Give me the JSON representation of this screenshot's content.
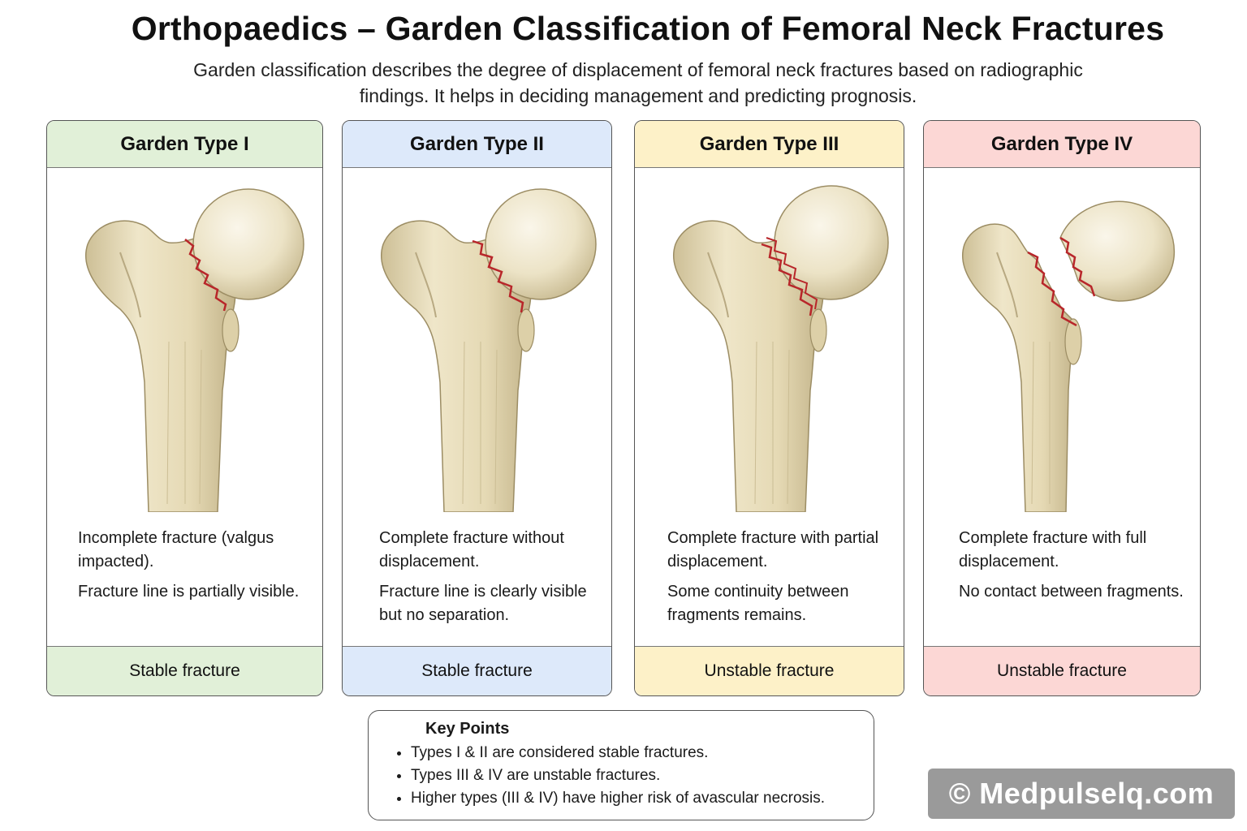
{
  "header": {
    "title": "Orthopaedics – Garden Classification of Femoral Neck Fractures",
    "subtitle": "Garden classification describes the degree of displacement of femoral neck fractures based on radiographic findings. It helps in deciding management and predicting prognosis."
  },
  "colors": {
    "type1": "#e1f0d8",
    "type2": "#dde9fa",
    "type3": "#fdf1c8",
    "type4": "#fcd7d5",
    "fracture_line": "#b8262a",
    "bone": "#e7dcba"
  },
  "cards": [
    {
      "name": "Garden Type I",
      "desc1": "Incomplete fracture (valgus impacted).",
      "desc2": "Fracture line is partially visible.",
      "stability": "Stable fracture"
    },
    {
      "name": "Garden Type II",
      "desc1": "Complete fracture without displacement.",
      "desc2": "Fracture line is clearly visible but no separation.",
      "stability": "Stable fracture"
    },
    {
      "name": "Garden Type III",
      "desc1": "Complete fracture with partial displacement.",
      "desc2": "Some continuity between fragments remains.",
      "stability": "Unstable fracture"
    },
    {
      "name": "Garden Type IV",
      "desc1": "Complete fracture with full displacement.",
      "desc2": "No contact between fragments.",
      "stability": "Unstable fracture"
    }
  ],
  "key_points": {
    "title": "Key Points",
    "items": [
      "Types I & II are considered stable fractures.",
      "Types III & IV are unstable fractures.",
      "Higher types (III & IV) have higher risk of avascular necrosis."
    ]
  },
  "watermark": "© Medpulselq.com"
}
